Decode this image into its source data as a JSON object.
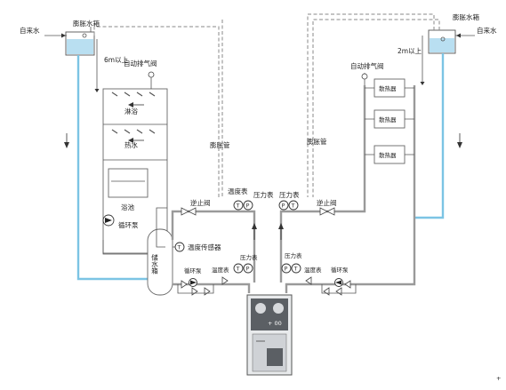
{
  "colors": {
    "pipe_main": "#9a9a9a",
    "pipe_supply": "#7cc4e4",
    "tank_fill": "#b9dff1",
    "unit_fill": "#e8eaec",
    "unit_dark": "#5b5f64"
  },
  "left_system": {
    "expansion_tank_label": "膨胀水箱",
    "tap_water_label": "自来水",
    "height_note": "6m以上",
    "air_valve_label": "自动排气阀",
    "shower_label": "淋浴",
    "hot_water_label": "热水",
    "pool_label": "浴池",
    "circ_pump_label": "循环泵",
    "expansion_pipe_label": "膨胀管",
    "storage_tank_label": "储水箱",
    "temp_sensor_label": "温度传感器",
    "check_valve_label": "逆止阀",
    "temp_gauge_label": "温度表",
    "pressure_gauge_label": "压力表",
    "bottom_pump_label": "循环泵",
    "bottom_temp_label": "温度表",
    "bottom_pressure_label": "压力表"
  },
  "right_system": {
    "expansion_tank_label": "膨胀水箱",
    "tap_water_label": "自来水",
    "height_note": "2m以上",
    "air_valve_label": "自动排气阀",
    "radiator_labels": [
      "散热器",
      "散热器",
      "散热器"
    ],
    "expansion_pipe_label": "膨胀管",
    "check_valve_label": "逆止阀",
    "pressure_gauge_label": "压力表",
    "bottom_pressure_label": "压力表",
    "bottom_temp_label": "温度表",
    "bottom_pump_label": "循环泵"
  },
  "gauge_symbols": {
    "temperature": "T",
    "pressure": "P"
  },
  "unit": {
    "panel_text": "+ 00"
  }
}
